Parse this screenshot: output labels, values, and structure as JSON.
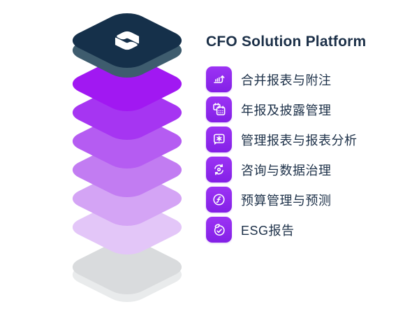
{
  "header": {
    "title": "CFO Solution Platform"
  },
  "features": [
    {
      "icon": "growth-chart-icon",
      "label": "合并报表与附注"
    },
    {
      "icon": "calendar-icon",
      "label": "年报及披露管理"
    },
    {
      "icon": "comment-star-icon",
      "label": "管理报表与报表分析"
    },
    {
      "icon": "sync-icon",
      "label": "咨询与数据治理"
    },
    {
      "icon": "function-icon",
      "label": "预算管理与预测"
    },
    {
      "icon": "leaf-check-icon",
      "label": "ESG报告"
    }
  ],
  "stack": {
    "top_slab": "platform-logo-slab",
    "purple_layer_count": 6,
    "base_slab": "gray-base-slab"
  },
  "colors": {
    "title_text": "#1C3048",
    "tile_purple": "#9C33F4",
    "tile_purple_dark": "#8320E6",
    "slab_face": "#15304A",
    "slab_side": "#3E5C6E",
    "layer1": "#A118F2",
    "layer2": "#A635F2",
    "layer3": "#B55CF2",
    "layer4": "#C27CF2",
    "layer5": "#D4A4F5",
    "layer6": "#E3C6F8",
    "gray_face": "#D9DBDD",
    "gray_side": "#E9EBEC"
  }
}
